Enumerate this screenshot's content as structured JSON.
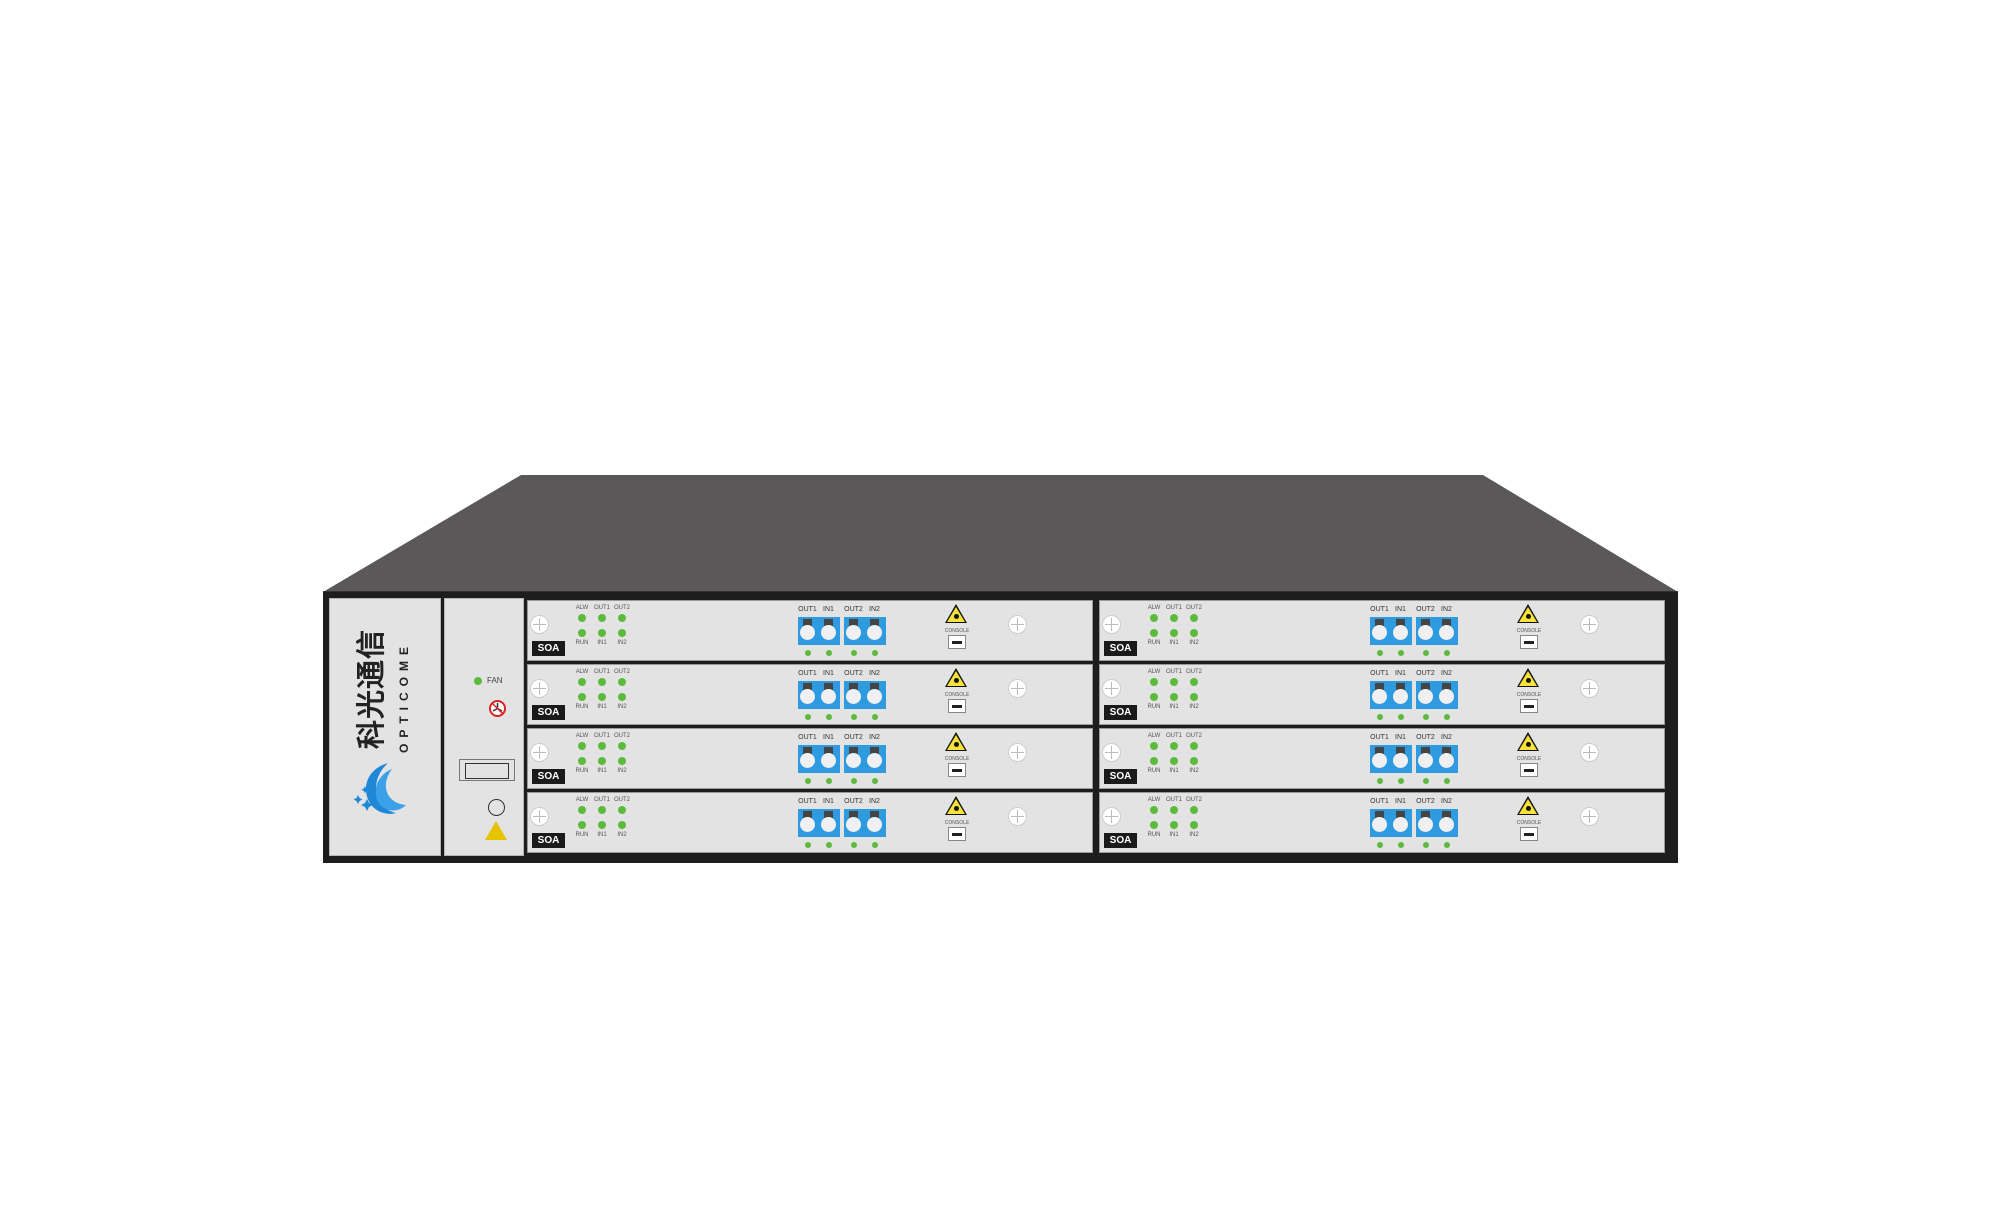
{
  "device": {
    "brand_cn": "科光通信",
    "brand_en": "OPTICOME",
    "fan_label": "FAN",
    "colors": {
      "chassis_top": "#5a5859",
      "panel": "#e3e3e3",
      "led": "#5cba3c",
      "connector": "#2e9ae0",
      "logo": "#1e88d6"
    }
  },
  "module_template": {
    "name": "SOA",
    "led_top_labels": [
      "ALW",
      "OUT1",
      "OUT2"
    ],
    "led_bottom_labels": [
      "RUN",
      "IN1",
      "IN2"
    ],
    "port_labels": [
      "OUT1",
      "IN1",
      "OUT2",
      "IN2"
    ],
    "console_label": "CONSOLE"
  },
  "modules": [
    {
      "name": "SOA"
    },
    {
      "name": "SOA"
    },
    {
      "name": "SOA"
    },
    {
      "name": "SOA"
    },
    {
      "name": "SOA"
    },
    {
      "name": "SOA"
    },
    {
      "name": "SOA"
    },
    {
      "name": "SOA"
    }
  ]
}
